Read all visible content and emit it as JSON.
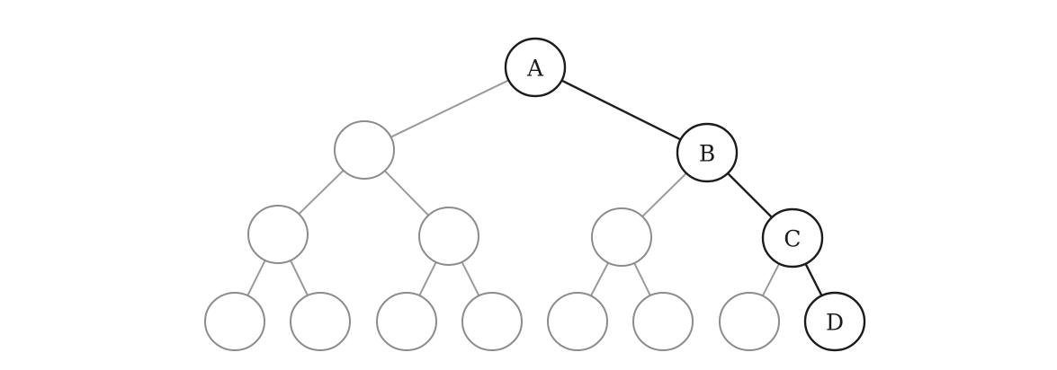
{
  "tree": {
    "nodes": [
      {
        "id": "n1",
        "label": "A",
        "highlighted": true
      },
      {
        "id": "n2",
        "label": "",
        "highlighted": false
      },
      {
        "id": "n3",
        "label": "B",
        "highlighted": true
      },
      {
        "id": "n4",
        "label": "",
        "highlighted": false
      },
      {
        "id": "n5",
        "label": "",
        "highlighted": false
      },
      {
        "id": "n6",
        "label": "",
        "highlighted": false
      },
      {
        "id": "n7",
        "label": "C",
        "highlighted": true
      },
      {
        "id": "n8",
        "label": "",
        "highlighted": false
      },
      {
        "id": "n9",
        "label": "",
        "highlighted": false
      },
      {
        "id": "n10",
        "label": "",
        "highlighted": false
      },
      {
        "id": "n11",
        "label": "",
        "highlighted": false
      },
      {
        "id": "n12",
        "label": "",
        "highlighted": false
      },
      {
        "id": "n13",
        "label": "",
        "highlighted": false
      },
      {
        "id": "n14",
        "label": "",
        "highlighted": false
      },
      {
        "id": "n15",
        "label": "D",
        "highlighted": true
      }
    ],
    "edges": [
      {
        "from": "n1",
        "to": "n2",
        "highlighted": false
      },
      {
        "from": "n1",
        "to": "n3",
        "highlighted": true
      },
      {
        "from": "n2",
        "to": "n4",
        "highlighted": false
      },
      {
        "from": "n2",
        "to": "n5",
        "highlighted": false
      },
      {
        "from": "n3",
        "to": "n6",
        "highlighted": false
      },
      {
        "from": "n3",
        "to": "n7",
        "highlighted": true
      },
      {
        "from": "n4",
        "to": "n8",
        "highlighted": false
      },
      {
        "from": "n4",
        "to": "n9",
        "highlighted": false
      },
      {
        "from": "n5",
        "to": "n10",
        "highlighted": false
      },
      {
        "from": "n5",
        "to": "n11",
        "highlighted": false
      },
      {
        "from": "n6",
        "to": "n12",
        "highlighted": false
      },
      {
        "from": "n6",
        "to": "n13",
        "highlighted": false
      },
      {
        "from": "n7",
        "to": "n14",
        "highlighted": false
      },
      {
        "from": "n7",
        "to": "n15",
        "highlighted": true
      }
    ],
    "colors": {
      "highlight_stroke": "#1c1c1c",
      "dim_stroke": "#8c8c8c",
      "background": "#ffffff"
    }
  }
}
